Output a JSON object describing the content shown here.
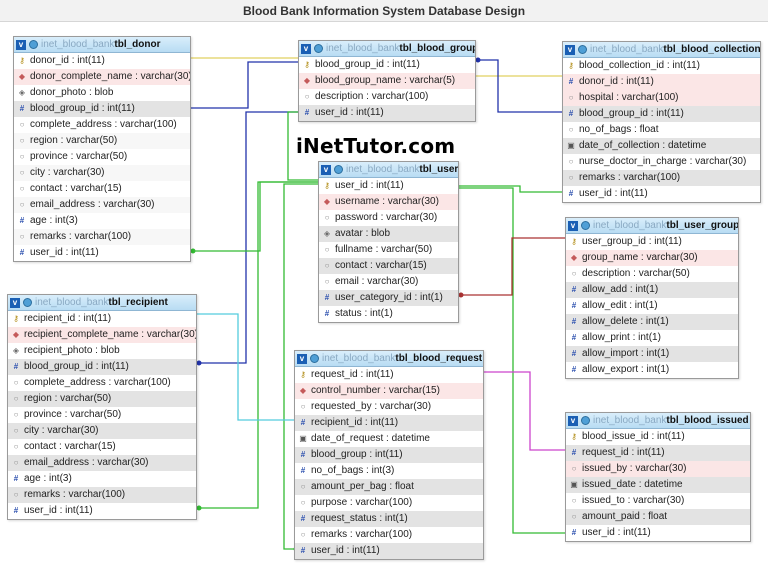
{
  "page": {
    "title": "Blood Bank Information System Database Design",
    "brand": "iNetTutor.com"
  },
  "tables": {
    "donor": {
      "db": "inet_blood_bank",
      "name": "tbl_donor",
      "columns": [
        {
          "text": "donor_id : int(11)",
          "icon": "key-icon",
          "kind": "pk"
        },
        {
          "text": "donor_complete_name : varchar(30)",
          "icon": "unique-icon",
          "kind": "uq"
        },
        {
          "text": "donor_photo : blob",
          "icon": "diamond-icon",
          "kind": "plain"
        },
        {
          "text": "blood_group_id : int(11)",
          "icon": "hash-icon",
          "kind": "fk"
        },
        {
          "text": "complete_address : varchar(100)",
          "icon": "dot-icon",
          "kind": "plain"
        },
        {
          "text": "region : varchar(50)",
          "icon": "dot-icon",
          "kind": "plain"
        },
        {
          "text": "province : varchar(50)",
          "icon": "dot-icon",
          "kind": "plain"
        },
        {
          "text": "city : varchar(30)",
          "icon": "dot-icon",
          "kind": "plain"
        },
        {
          "text": "contact : varchar(15)",
          "icon": "dot-icon",
          "kind": "plain"
        },
        {
          "text": "email_address : varchar(30)",
          "icon": "dot-icon",
          "kind": "plain"
        },
        {
          "text": "age : int(3)",
          "icon": "hash-icon",
          "kind": "plain"
        },
        {
          "text": "remarks : varchar(100)",
          "icon": "dot-icon",
          "kind": "plain"
        },
        {
          "text": "user_id : int(11)",
          "icon": "hash-icon",
          "kind": "plain"
        }
      ]
    },
    "blood_group": {
      "db": "inet_blood_bank",
      "name": "tbl_blood_group",
      "columns": [
        {
          "text": "blood_group_id : int(11)",
          "icon": "key-icon",
          "kind": "pk"
        },
        {
          "text": "blood_group_name : varchar(5)",
          "icon": "unique-icon",
          "kind": "uq"
        },
        {
          "text": "description : varchar(100)",
          "icon": "dot-icon",
          "kind": "plain"
        },
        {
          "text": "user_id : int(11)",
          "icon": "hash-icon",
          "kind": "fk"
        }
      ]
    },
    "blood_collection": {
      "db": "inet_blood_bank",
      "name": "tbl_blood_collection",
      "columns": [
        {
          "text": "blood_collection_id : int(11)",
          "icon": "key-icon",
          "kind": "pk"
        },
        {
          "text": "donor_id : int(11)",
          "icon": "hash-icon",
          "kind": "uq"
        },
        {
          "text": "hospital : varchar(100)",
          "icon": "dot-icon",
          "kind": "uq"
        },
        {
          "text": "blood_group_id : int(11)",
          "icon": "hash-icon",
          "kind": "fk"
        },
        {
          "text": "no_of_bags : float",
          "icon": "dot-icon",
          "kind": "plain"
        },
        {
          "text": "date_of_collection : datetime",
          "icon": "calendar-icon",
          "kind": "fk"
        },
        {
          "text": "nurse_doctor_in_charge : varchar(30)",
          "icon": "dot-icon",
          "kind": "plain"
        },
        {
          "text": "remarks : varchar(100)",
          "icon": "dot-icon",
          "kind": "fk"
        },
        {
          "text": "user_id : int(11)",
          "icon": "hash-icon",
          "kind": "plain"
        }
      ]
    },
    "user": {
      "db": "inet_blood_bank",
      "name": "tbl_user",
      "columns": [
        {
          "text": "user_id : int(11)",
          "icon": "key-icon",
          "kind": "pk"
        },
        {
          "text": "username : varchar(30)",
          "icon": "unique-icon",
          "kind": "uq"
        },
        {
          "text": "password : varchar(30)",
          "icon": "dot-icon",
          "kind": "plain"
        },
        {
          "text": "avatar : blob",
          "icon": "diamond-icon",
          "kind": "fk"
        },
        {
          "text": "fullname : varchar(50)",
          "icon": "dot-icon",
          "kind": "plain"
        },
        {
          "text": "contact : varchar(15)",
          "icon": "dot-icon",
          "kind": "fk"
        },
        {
          "text": "email : varchar(30)",
          "icon": "dot-icon",
          "kind": "plain"
        },
        {
          "text": "user_category_id : int(1)",
          "icon": "hash-icon",
          "kind": "fk"
        },
        {
          "text": "status : int(1)",
          "icon": "hash-icon",
          "kind": "plain"
        }
      ]
    },
    "user_group": {
      "db": "inet_blood_bank",
      "name": "tbl_user_group",
      "columns": [
        {
          "text": "user_group_id : int(11)",
          "icon": "key-icon",
          "kind": "pk"
        },
        {
          "text": "group_name : varchar(30)",
          "icon": "unique-icon",
          "kind": "uq"
        },
        {
          "text": "description : varchar(50)",
          "icon": "dot-icon",
          "kind": "plain"
        },
        {
          "text": "allow_add : int(1)",
          "icon": "hash-icon",
          "kind": "fk"
        },
        {
          "text": "allow_edit : int(1)",
          "icon": "hash-icon",
          "kind": "plain"
        },
        {
          "text": "allow_delete : int(1)",
          "icon": "hash-icon",
          "kind": "fk"
        },
        {
          "text": "allow_print : int(1)",
          "icon": "hash-icon",
          "kind": "plain"
        },
        {
          "text": "allow_import : int(1)",
          "icon": "hash-icon",
          "kind": "fk"
        },
        {
          "text": "allow_export : int(1)",
          "icon": "hash-icon",
          "kind": "plain"
        }
      ]
    },
    "recipient": {
      "db": "inet_blood_bank",
      "name": "tbl_recipient",
      "columns": [
        {
          "text": "recipient_id : int(11)",
          "icon": "key-icon",
          "kind": "pk"
        },
        {
          "text": "recipient_complete_name : varchar(30)",
          "icon": "unique-icon",
          "kind": "uq"
        },
        {
          "text": "recipient_photo : blob",
          "icon": "diamond-icon",
          "kind": "plain"
        },
        {
          "text": "blood_group_id : int(11)",
          "icon": "hash-icon",
          "kind": "fk"
        },
        {
          "text": "complete_address : varchar(100)",
          "icon": "dot-icon",
          "kind": "plain"
        },
        {
          "text": "region : varchar(50)",
          "icon": "dot-icon",
          "kind": "fk"
        },
        {
          "text": "province : varchar(50)",
          "icon": "dot-icon",
          "kind": "plain"
        },
        {
          "text": "city : varchar(30)",
          "icon": "dot-icon",
          "kind": "fk"
        },
        {
          "text": "contact : varchar(15)",
          "icon": "dot-icon",
          "kind": "plain"
        },
        {
          "text": "email_address : varchar(30)",
          "icon": "dot-icon",
          "kind": "fk"
        },
        {
          "text": "age : int(3)",
          "icon": "hash-icon",
          "kind": "plain"
        },
        {
          "text": "remarks : varchar(100)",
          "icon": "dot-icon",
          "kind": "fk"
        },
        {
          "text": "user_id : int(11)",
          "icon": "hash-icon",
          "kind": "plain"
        }
      ]
    },
    "blood_request": {
      "db": "inet_blood_bank",
      "name": "tbl_blood_request",
      "columns": [
        {
          "text": "request_id : int(11)",
          "icon": "key-icon",
          "kind": "pk"
        },
        {
          "text": "control_number : varchar(15)",
          "icon": "unique-icon",
          "kind": "uq"
        },
        {
          "text": "requested_by : varchar(30)",
          "icon": "dot-icon",
          "kind": "plain"
        },
        {
          "text": "recipient_id : int(11)",
          "icon": "hash-icon",
          "kind": "fk"
        },
        {
          "text": "date_of_request : datetime",
          "icon": "calendar-icon",
          "kind": "plain"
        },
        {
          "text": "blood_group : int(11)",
          "icon": "hash-icon",
          "kind": "fk"
        },
        {
          "text": "no_of_bags : int(3)",
          "icon": "hash-icon",
          "kind": "plain"
        },
        {
          "text": "amount_per_bag : float",
          "icon": "dot-icon",
          "kind": "fk"
        },
        {
          "text": "purpose : varchar(100)",
          "icon": "dot-icon",
          "kind": "plain"
        },
        {
          "text": "request_status : int(1)",
          "icon": "hash-icon",
          "kind": "fk"
        },
        {
          "text": "remarks : varchar(100)",
          "icon": "dot-icon",
          "kind": "plain"
        },
        {
          "text": "user_id : int(11)",
          "icon": "hash-icon",
          "kind": "fk"
        }
      ]
    },
    "blood_issued": {
      "db": "inet_blood_bank",
      "name": "tbl_blood_issued",
      "columns": [
        {
          "text": "blood_issue_id : int(11)",
          "icon": "key-icon",
          "kind": "pk"
        },
        {
          "text": "request_id : int(11)",
          "icon": "hash-icon",
          "kind": "fk"
        },
        {
          "text": "issued_by : varchar(30)",
          "icon": "dot-icon",
          "kind": "uq"
        },
        {
          "text": "issued_date : datetime",
          "icon": "calendar-icon",
          "kind": "fk"
        },
        {
          "text": "issued_to : varchar(30)",
          "icon": "dot-icon",
          "kind": "plain"
        },
        {
          "text": "amount_paid : float",
          "icon": "dot-icon",
          "kind": "fk"
        },
        {
          "text": "user_id : int(11)",
          "icon": "hash-icon",
          "kind": "plain"
        }
      ]
    }
  },
  "colors": {
    "link_yellow": "#e0d060",
    "link_blue": "#2233aa",
    "link_green": "#33bb33",
    "link_cyan": "#55ccdd",
    "link_red": "#aa3333",
    "link_magenta": "#cc44cc"
  }
}
